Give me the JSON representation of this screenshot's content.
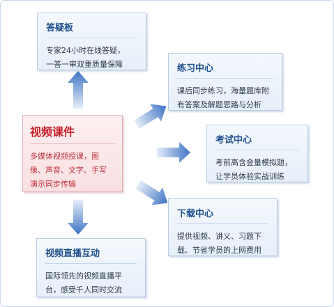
{
  "center": {
    "title": "视频课件",
    "lines": [
      "多媒体视频授课，图",
      "像、声音、文字、手写",
      "演示同步传输"
    ]
  },
  "nodes": {
    "qa": {
      "title": "答疑板",
      "lines": [
        "专家24小时在线答疑，",
        "一答一审双重质量保障"
      ]
    },
    "practice": {
      "title": "练习中心",
      "lines": [
        "课后同步练习，海量题库附",
        "有答案及解题思路与分析"
      ]
    },
    "exam": {
      "title": "考试中心",
      "lines": [
        "考前高含金量模拟题，",
        "让学员体验实战训练"
      ]
    },
    "download": {
      "title": "下载中心",
      "lines": [
        "提供视频、讲义、习题下",
        "载、节省学员的上网费用"
      ]
    },
    "live": {
      "title": "视频直播互动",
      "lines": [
        "国际领先的视频直播平",
        "台，感受千人同时交流"
      ]
    }
  },
  "colors": {
    "arrow": "#3f74c4",
    "arrow_light": "#dbe6f6",
    "center_title": "#c81e2a",
    "node_title": "#1f4f8a"
  }
}
